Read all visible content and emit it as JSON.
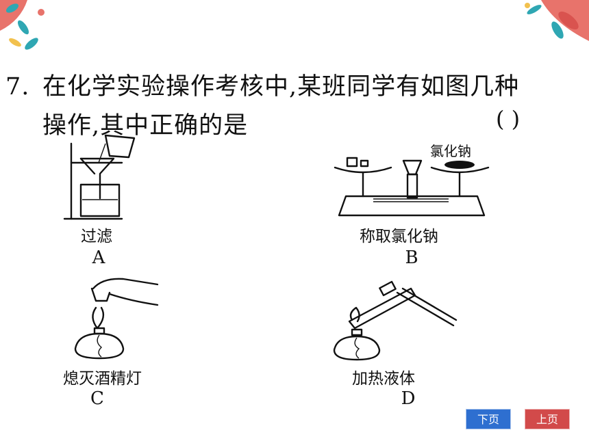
{
  "question": {
    "number": "7.",
    "line1": "在化学实验操作考核中,某班同学有如图几种",
    "line2": "操作,其中正确的是",
    "answer_blank": "(      )"
  },
  "options": [
    {
      "letter": "A",
      "caption": "过滤"
    },
    {
      "letter": "B",
      "caption": "称取氯化钠"
    },
    {
      "letter": "C",
      "caption": "熄灭酒精灯"
    },
    {
      "letter": "D",
      "caption": "加热液体"
    }
  ],
  "balance_label": "氯化钠",
  "nav": {
    "next_label": "下页",
    "prev_label": "上页"
  },
  "colors": {
    "next_button": "#2e6fd0",
    "prev_button": "#d24a4a",
    "leaf_teal": "#2fa7b3",
    "leaf_coral": "#e8736b",
    "leaf_yellow": "#f2c14e"
  }
}
